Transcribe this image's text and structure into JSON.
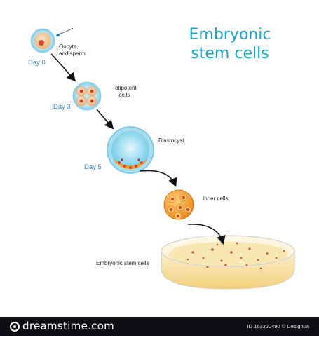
{
  "title": {
    "line1": "Embryonic",
    "line2": "stem cells"
  },
  "stages": [
    {
      "label_line1": "Oocyte,",
      "label_line2": "and sperm",
      "day": "Day 0"
    },
    {
      "label_line1": "Totipotent",
      "label_line2": "cells",
      "day": "Day 3"
    },
    {
      "label": "Blastocyst",
      "day": "Day 5"
    },
    {
      "label": "Inner cells"
    },
    {
      "label": "Embryonic stem cells"
    }
  ],
  "footer": {
    "brand": "dreamstime.com",
    "image_id": "ID 163320490 © Designua"
  },
  "colors": {
    "title": "#1aa3c8",
    "day": "#2f7fb5",
    "cell_orange": "#f0a030",
    "nucleus_red": "#d8452f",
    "blastocyst_blue": "#7fd3ec",
    "dish_yellow": "#f7d98c"
  }
}
